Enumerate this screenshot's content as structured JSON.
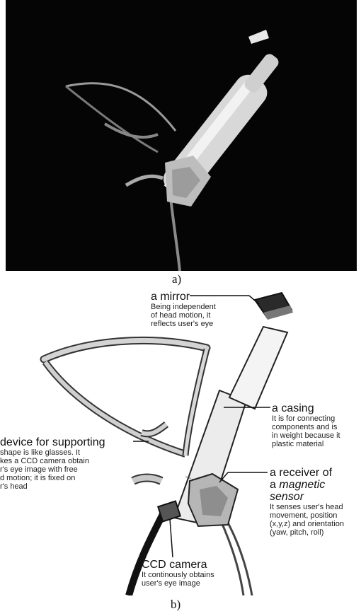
{
  "captions": {
    "a": "a)",
    "b": "b)"
  },
  "labels": {
    "mirror": {
      "title": "a mirror",
      "desc": [
        "Being independent",
        "of head motion, it",
        "reflects user's eye"
      ]
    },
    "casing": {
      "title": "a casing",
      "desc": [
        "It is for connecting",
        "components and is",
        "in weight because it",
        "plastic material"
      ]
    },
    "support": {
      "title": "device for supporting",
      "desc": [
        "shape is like glasses. It",
        "kes a CCD camera obtain",
        "r's eye image with free",
        "d motion; it is fixed on",
        "r's head"
      ]
    },
    "receiver": {
      "title_line1": "a receiver of",
      "title_line2_prefix": "a ",
      "title_line2_em": "magnetic sensor",
      "desc": [
        "It senses user's head",
        "movement, position",
        "(x,y,z) and orientation",
        "(yaw, pitch, roll)"
      ]
    },
    "ccd": {
      "title": "CCD camera",
      "desc": [
        "It continously obtains",
        "user's eye image"
      ]
    }
  }
}
